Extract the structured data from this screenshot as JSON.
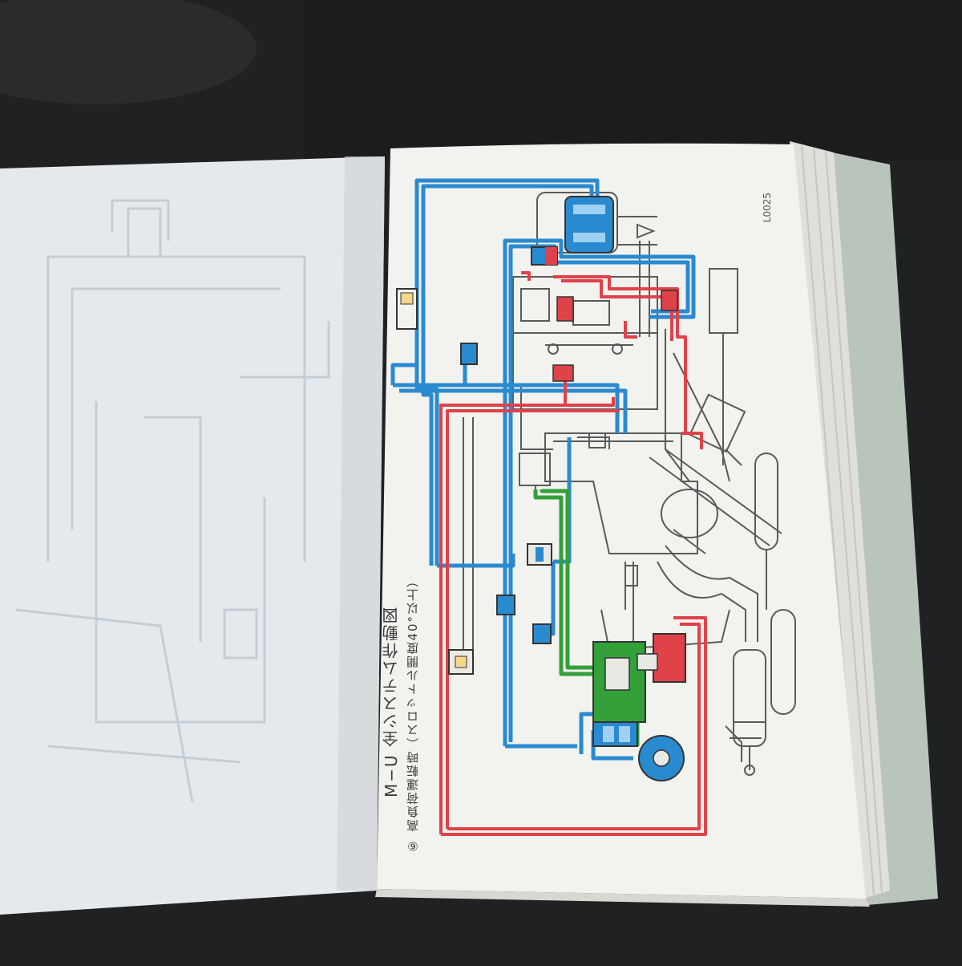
{
  "document": {
    "caption_title": "M−U 全システム作動図",
    "caption_subtitle": "⑥ 高負荷運転時（スロットル開度40°以上）",
    "page_code": "L0025"
  },
  "colors": {
    "background": "#202122",
    "paper": "#f2f2ef",
    "left_page": "#e6e9ec",
    "vacuum_line": "#2a8ad0",
    "pressure_line": "#e0424a",
    "air_line": "#33a03a",
    "drawing_ink": "#555555"
  }
}
